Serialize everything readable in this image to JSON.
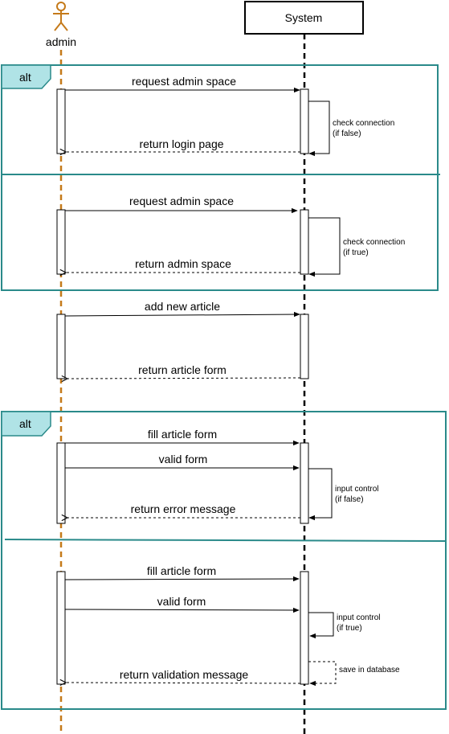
{
  "colors": {
    "frame": "#2a8a8a",
    "tag_fill": "#b0e3e6",
    "actor": "#c57a1a",
    "line": "#000000"
  },
  "participants": {
    "admin": {
      "label": "admin",
      "icon": "stick-figure-icon"
    },
    "system": {
      "label": "System"
    }
  },
  "fragments": [
    {
      "tag": "alt"
    },
    {
      "tag": "alt"
    }
  ],
  "messages": {
    "m1": "request admin space",
    "m2": "return login page",
    "m3": "request admin space",
    "m4": "return admin space",
    "m5": "add new article",
    "m6": "return article form",
    "m7": "fill article form",
    "m8": "valid form",
    "m9": "return error message",
    "m10": "fill article form",
    "m11": "valid form",
    "m12": "return validation message"
  },
  "notes": {
    "n1a": "check connection",
    "n1b": "(if false)",
    "n2a": "check connection",
    "n2b": "(if true)",
    "n3a": "input control",
    "n3b": "(if false)",
    "n4a": "input control",
    "n4b": "(if true)",
    "n5": "save in database"
  }
}
